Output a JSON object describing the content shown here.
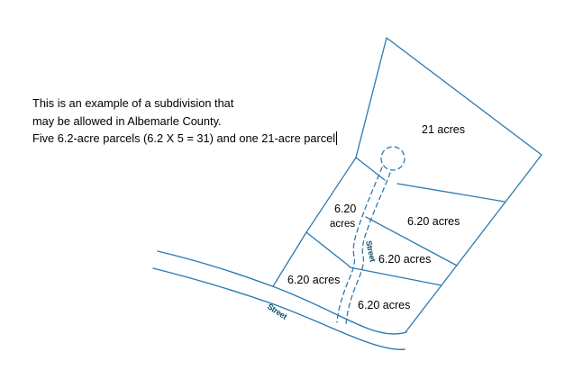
{
  "slide": {
    "description": {
      "line1": "This is an example of a subdivision that",
      "line2": "may be allowed in Albemarle County.",
      "line3": "Five 6.2-acre parcels (6.2 X 5 = 31) and one 21-acre parcel"
    },
    "map": {
      "labels": {
        "parcel_21": "21 acres",
        "parcel_nw_line1": "6.20",
        "parcel_nw_line2": "acres",
        "parcel_east": "6.20 acres",
        "parcel_center": "6.20 acres",
        "parcel_west": "6.20 acres",
        "parcel_south": "6.20 acres",
        "street_main": "Street",
        "street_new": "Street"
      },
      "colors": {
        "parcel_line": "#2b7ab1",
        "street_text": "#0f4e6b",
        "label_text": "#000000"
      }
    }
  }
}
